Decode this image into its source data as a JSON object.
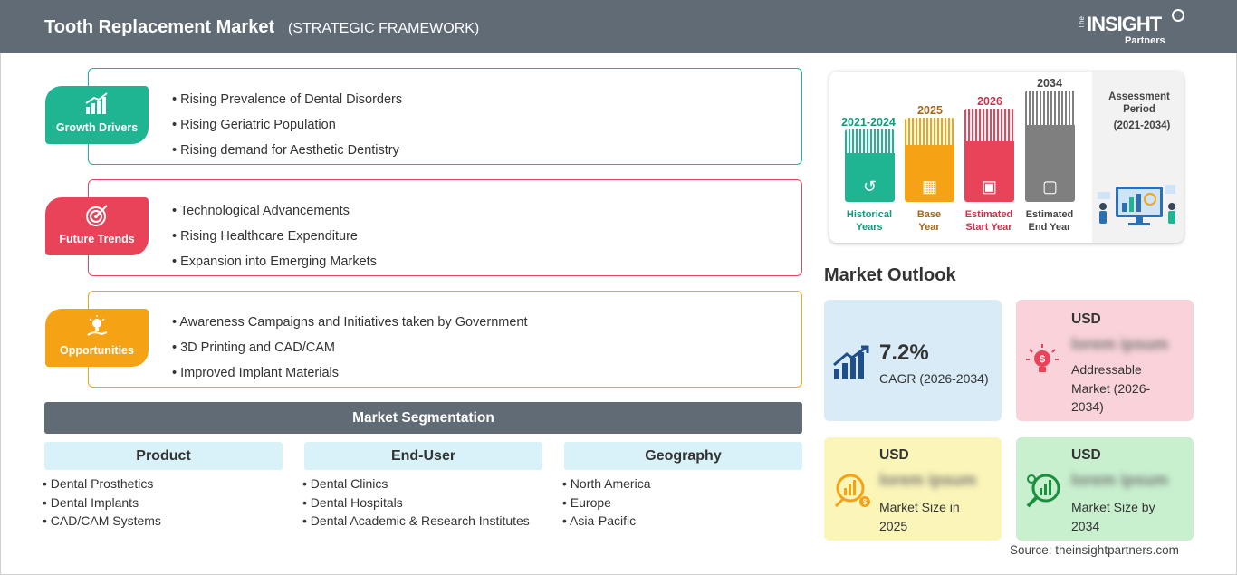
{
  "header": {
    "title": "Tooth Replacement Market",
    "subtitle": "(STRATEGIC FRAMEWORK)",
    "logo_the": "The",
    "logo_name": "INSIGHT",
    "logo_partners": "Partners"
  },
  "framework": [
    {
      "label": "Growth Drivers",
      "icon": "growth-chart-icon",
      "color": "#1fb492",
      "items": [
        "Rising Prevalence of Dental Disorders",
        "Rising Geriatric Population",
        "Rising demand for Aesthetic Dentistry"
      ]
    },
    {
      "label": "Future Trends",
      "icon": "target-icon",
      "color": "#e9435a",
      "items": [
        "Technological Advancements",
        "Rising Healthcare Expenditure",
        "Expansion into Emerging Markets"
      ]
    },
    {
      "label": "Opportunities",
      "icon": "lightbulb-hand-icon",
      "color": "#f5a314",
      "items": [
        "Awareness Campaigns and Initiatives taken by Government",
        "3D Printing and CAD/CAM",
        "Improved Implant Materials"
      ]
    }
  ],
  "segmentation": {
    "title": "Market Segmentation",
    "columns": [
      {
        "heading": "Product",
        "items": [
          "Dental Prosthetics",
          "Dental Implants",
          "CAD/CAM Systems"
        ]
      },
      {
        "heading": "End-User",
        "items": [
          "Dental Clinics",
          "Dental Hospitals",
          "Dental Academic & Research Institutes"
        ]
      },
      {
        "heading": "Geography",
        "items": [
          "North America",
          "Europe",
          "Asia-Pacific"
        ]
      }
    ]
  },
  "assessment": {
    "title": "Assessment Period",
    "period": "(2021-2034)",
    "periods": [
      {
        "year": "2021-2024",
        "label_line1": "Historical",
        "label_line2": "Years",
        "color": "#1fb492",
        "year_color": "#139a7c",
        "icon": "history-icon"
      },
      {
        "year": "2025",
        "label_line1": "Base",
        "label_line2": "Year",
        "color": "#f5a314",
        "year_color": "#a0661a",
        "icon": "calendar-icon"
      },
      {
        "year": "2026",
        "label_line1": "Estimated",
        "label_line2": "Start Year",
        "color": "#e9435a",
        "year_color": "#c8324a",
        "icon": "presentation-icon"
      },
      {
        "year": "2034",
        "label_line1": "Estimated",
        "label_line2": "End Year",
        "color": "#7f7f7f",
        "year_color": "#444444",
        "icon": "monitor-icon"
      }
    ]
  },
  "outlook": {
    "title": "Market Outlook",
    "cagr_value": "7.2%",
    "cagr_label": "CAGR (2026-2034)",
    "addressable": {
      "currency": "USD",
      "value": "lorem ipsum",
      "label_line1": "Addressable",
      "label_line2": "Market (2026-",
      "label_line3": "2034)"
    },
    "size_2025": {
      "currency": "USD",
      "value": "lorem ipsum",
      "label_line1": "Market Size in",
      "label_line2": "2025"
    },
    "size_2034": {
      "currency": "USD",
      "value": "lorem ipsum",
      "label_line1": "Market Size by",
      "label_line2": "2034"
    }
  },
  "source": "Source: theinsightpartners.com"
}
